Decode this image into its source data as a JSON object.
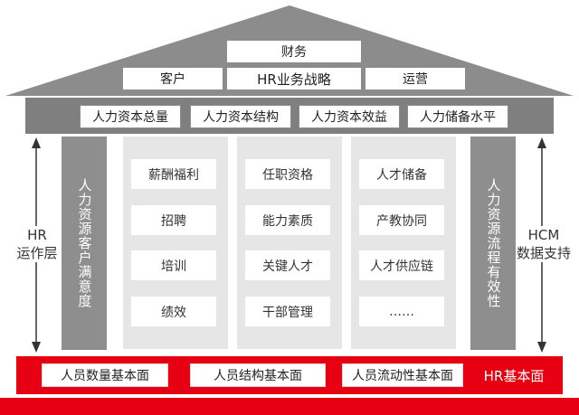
{
  "roof": {
    "top": "财务",
    "left": "客户",
    "center": "HR业务战略",
    "right": "运营"
  },
  "capital_band": [
    "人力资本总量",
    "人力资本结构",
    "人力资本效益",
    "人力储备水平"
  ],
  "left_side_label": "HR\n运作层",
  "right_side_label": "HCM\n数据支持",
  "left_pillar": "人力资源客户满意度",
  "right_pillar": "人力资源流程有效性",
  "columns": [
    [
      "薪酬福利",
      "招聘",
      "培训",
      "绩效"
    ],
    [
      "任职资格",
      "能力素质",
      "关键人才",
      "干部管理"
    ],
    [
      "人才储备",
      "产教协同",
      "人才供应链",
      "……"
    ]
  ],
  "foundation": {
    "items": [
      "人员数量基本面",
      "人员结构基本面",
      "人员流动性基本面"
    ],
    "label": "HR基本面"
  },
  "colors": {
    "roof_gray": "#8c8c8c",
    "band_gray": "#7f7f7f",
    "pillar_gray": "#8e8e8e",
    "column_bg": "#e6e6e6",
    "foundation_red": "#e60012"
  }
}
